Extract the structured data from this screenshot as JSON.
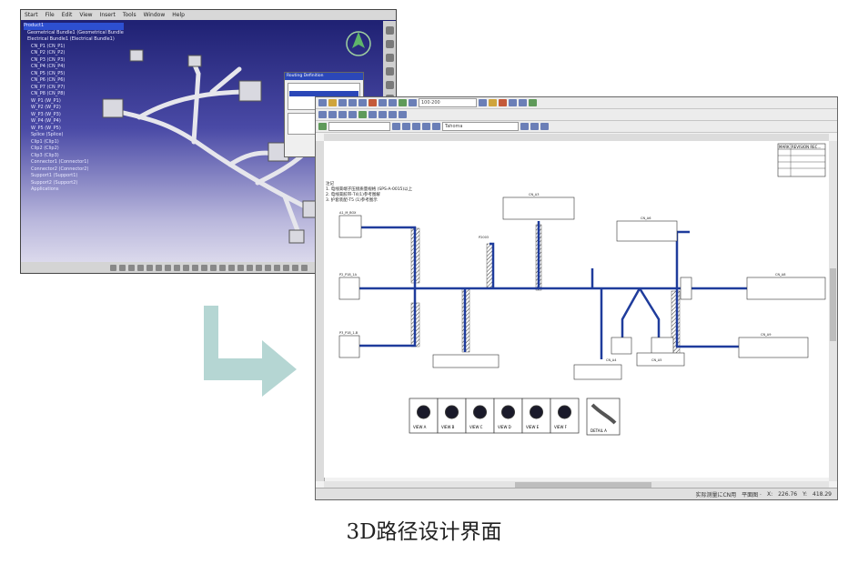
{
  "caption": "3D路径设计界面",
  "colors": {
    "wire": "#1f3c9c",
    "cad_bg_top": "#1b1d6e",
    "arrow": "#b5d6d3"
  },
  "drawing": {
    "scale_combo": "100·200",
    "font_combo": "Tahoma",
    "revision_table": {
      "col1": "MARK",
      "col2": "REVISION REC..."
    },
    "notes": [
      "注记",
      "1. 电线束端子压接质量规格 (SPS-A-0015)以上",
      "2. 电线束胶带-T4(1)参考图解",
      "3. 护套装配-T5 (1)参考图示"
    ],
    "connectors": [
      "A1_M_BOX",
      "P2_P18_1A",
      "P3_P18_1-B",
      "CN_A3",
      "P2003",
      "CN_A6",
      "CN_A8",
      "CN_A9",
      "CN_A4",
      "CN_A5"
    ],
    "views": [
      "VIEW A",
      "VIEW B",
      "VIEW C",
      "VIEW D",
      "VIEW E",
      "VIEW F"
    ],
    "detail_label": "DETAIL A",
    "status": {
      "text": "实际测量にCN用",
      "mode": "平面图 ·",
      "x_label": "X:",
      "x": "226.76",
      "y_label": "Y:",
      "y": "418.29"
    }
  },
  "cad": {
    "menu": [
      "Start",
      "File",
      "Edit",
      "View",
      "Insert",
      "Tools",
      "Window",
      "Help"
    ],
    "tree": [
      "Product1",
      "Geometrical Bundle1 (Geometrical Bundle1)",
      "Electrical Bundle1 (Electrical Bundle1)",
      "CN_P1 (CN_P1)",
      "CN_P2 (CN_P2)",
      "CN_P3 (CN_P3)",
      "CN_P4 (CN_P4)",
      "CN_P5 (CN_P5)",
      "CN_P6 (CN_P6)",
      "CN_P7 (CN_P7)",
      "CN_P8 (CN_P8)",
      "W_P1 (W_P1)",
      "W_P2 (W_P2)",
      "W_P3 (W_P3)",
      "W_P4 (W_P4)",
      "W_P5 (W_P5)",
      "Splice (Splice)",
      "Clip1 (Clip1)",
      "Clip2 (Clip2)",
      "Clip3 (Clip3)",
      "Connector1 (Connector1)",
      "Connector2 (Connector2)",
      "Support1 (Support1)",
      "Support2 (Support2)",
      "Applications"
    ],
    "dialog_title": "Routing Definition"
  }
}
